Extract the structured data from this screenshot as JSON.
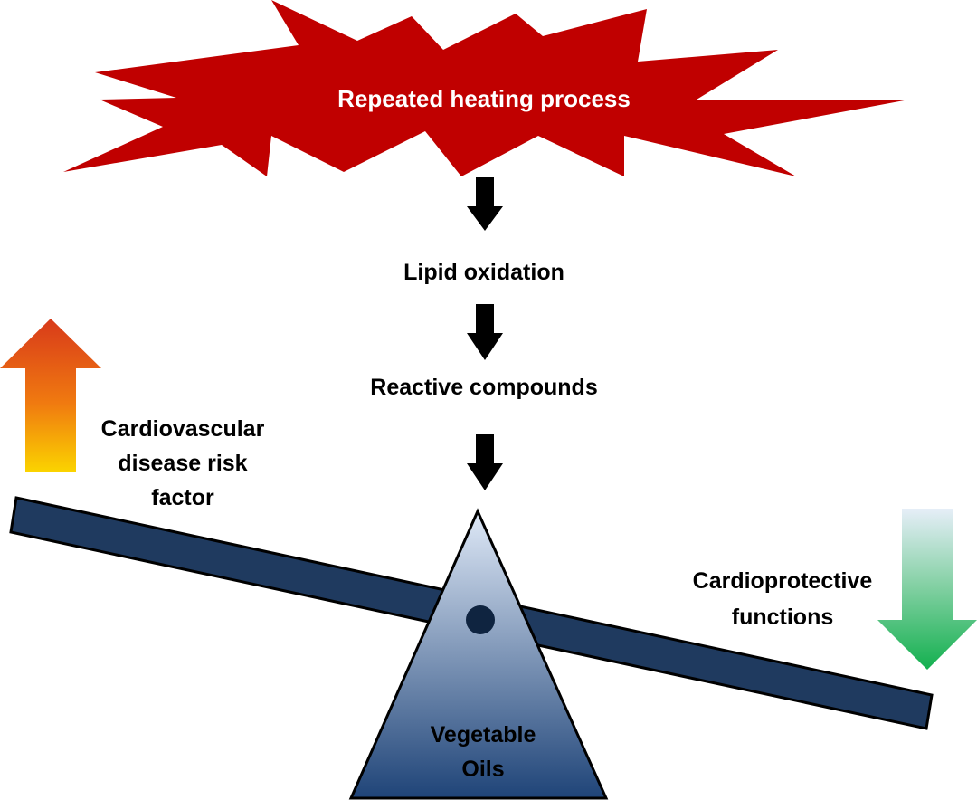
{
  "burst": {
    "label": "Repeated heating process",
    "fill_color": "#c00000",
    "text_color": "#ffffff"
  },
  "steps": [
    {
      "label": "Lipid oxidation"
    },
    {
      "label": "Reactive compounds"
    }
  ],
  "flow_arrow_color": "#000000",
  "seesaw": {
    "beam_color": "#1f3a5f",
    "fulcrum_label_line1": "Vegetable",
    "fulcrum_label_line2": "Oils",
    "fulcrum_top_color": "#dfe9f7",
    "fulcrum_bottom_color": "#1f4478",
    "pivot_color": "#0f2440"
  },
  "left_effect": {
    "direction": "up",
    "line1": "Cardiovascular",
    "line2": "disease risk",
    "line3": "factor",
    "arrow_colors": [
      "#d83a1a",
      "#f07a10",
      "#fbd400"
    ]
  },
  "right_effect": {
    "direction": "down",
    "line1": "Cardioprotective",
    "line2": "functions",
    "arrow_colors": [
      "#e6eef8",
      "#7fcfa0",
      "#13b04f"
    ]
  }
}
